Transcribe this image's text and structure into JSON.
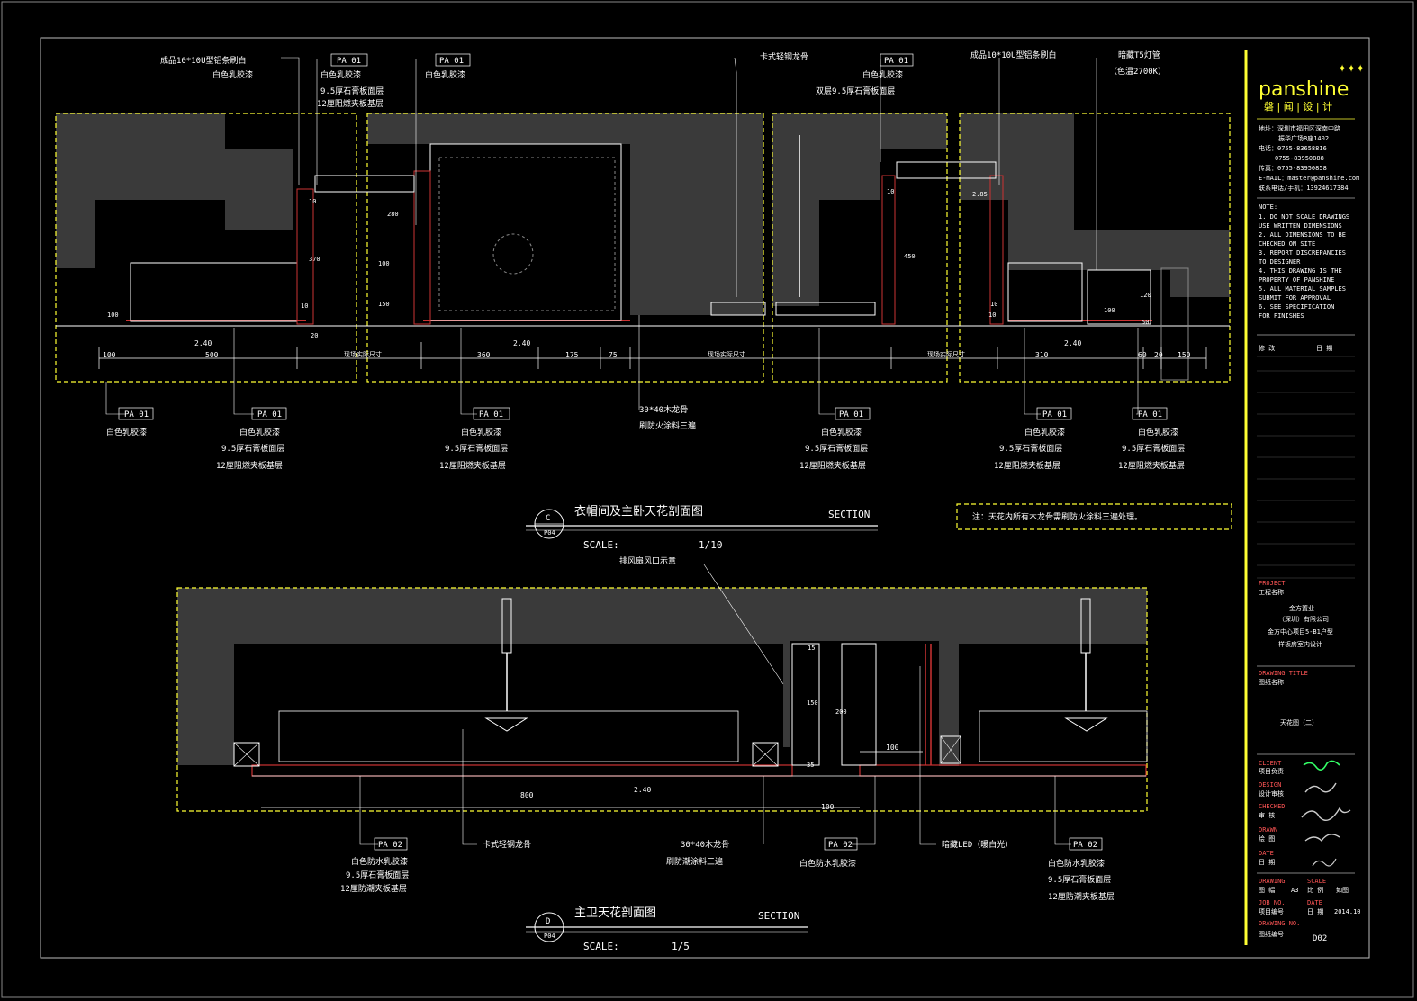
{
  "section_c": {
    "letter": "C",
    "sheet": "P04",
    "title": "衣帽间及主卧天花剖面图",
    "section_word": "SECTION",
    "scale_label": "SCALE:",
    "scale_value": "1/10",
    "top_notes": [
      {
        "lines": [
          "成品10*10U型铝条刷白",
          "白色乳胶漆"
        ]
      },
      {
        "tag": "PA 01",
        "lines": [
          "白色乳胶漆",
          "9.5厚石膏板面层",
          "12厘阻燃夹板基层"
        ]
      },
      {
        "tag": "PA 01",
        "lines": [
          "白色乳胶漆"
        ]
      },
      {
        "lines": [
          "卡式轻钢龙骨"
        ]
      },
      {
        "tag": "PA 01",
        "lines": [
          "白色乳胶漆",
          "双层9.5厚石膏板面层"
        ]
      },
      {
        "lines": [
          "成品10*10U型铝条刷白"
        ]
      },
      {
        "lines": [
          "暗藏T5灯管",
          "（色温2700K）"
        ]
      }
    ],
    "bottom_notes": [
      {
        "tag": "PA 01",
        "lines": [
          "白色乳胶漆"
        ]
      },
      {
        "tag": "PA 01",
        "lines": [
          "白色乳胶漆",
          "9.5厚石膏板面层",
          "12厘阻燃夹板基层"
        ]
      },
      {
        "tag": "PA 01",
        "lines": [
          "白色乳胶漆",
          "9.5厚石膏板面层",
          "12厘阻燃夹板基层"
        ]
      },
      {
        "lines": [
          "30*40木龙骨",
          "刷防火涂料三遍"
        ]
      },
      {
        "tag": "PA 01",
        "lines": [
          "白色乳胶漆",
          "9.5厚石膏板面层",
          "12厘阻燃夹板基层"
        ]
      },
      {
        "tag": "PA 01",
        "lines": [
          "白色乳胶漆",
          "9.5厚石膏板面层",
          "12厘阻燃夹板基层"
        ]
      },
      {
        "tag": "PA 01",
        "lines": [
          "白色乳胶漆",
          "9.5厚石膏板面层",
          "12厘阻燃夹板基层"
        ]
      }
    ],
    "dims_bottom": [
      "100",
      "500",
      "360",
      "175",
      "75",
      "310",
      "60",
      "20",
      "150"
    ],
    "dims_mid": [
      "2.40",
      "2.40",
      "2.40"
    ],
    "dims_vertical": [
      "10",
      "370",
      "10",
      "20",
      "100",
      "280",
      "150",
      "100",
      "10",
      "450",
      "2.85",
      "10",
      "10",
      "120",
      "100",
      "50"
    ],
    "ref_labels": [
      "现场实际尺寸",
      "现场实际尺寸",
      "现场实际尺寸"
    ],
    "note_box": "注：天花内所有木龙骨需刷防火涂料三遍处理。"
  },
  "section_d": {
    "letter": "D",
    "sheet": "P04",
    "title": "主卫天花剖面图",
    "section_word": "SECTION",
    "scale_label": "SCALE:",
    "scale_value": "1/5",
    "top_note": "排风扇风口示意",
    "dims": [
      "800",
      "2.40",
      "100",
      "100",
      "150",
      "200",
      "35",
      "15"
    ],
    "bottom_notes": [
      {
        "tag": "PA 02",
        "lines": [
          "白色防水乳胶漆",
          "9.5厚石膏板面层",
          "12厘防潮夹板基层"
        ]
      },
      {
        "lines": [
          "卡式轻钢龙骨"
        ]
      },
      {
        "lines": [
          "30*40木龙骨",
          "刷防潮涂料三遍"
        ]
      },
      {
        "tag": "PA 02",
        "lines": [
          "白色防水乳胶漆"
        ]
      },
      {
        "lines": [
          "暗藏LED（暖白光）"
        ]
      },
      {
        "tag": "PA 02",
        "lines": [
          "白色防水乳胶漆",
          "9.5厚石膏板面层",
          "12厘防潮夹板基层"
        ]
      }
    ]
  },
  "title_block": {
    "brand": "panshine",
    "brand_cn": "磐 | 闻 | 设 | 计",
    "contact": [
      "地址：深圳市福田区深南中路",
      "振华广场B座1402",
      "电话：0755-83658816",
      "0755-83950888",
      "传真：0755-83950858",
      "E-MAIL：master@panshine.com",
      "联系电话/手机：13924617384"
    ],
    "notes_head": "NOTE:",
    "notes": [
      "1. DO NOT SCALE DRAWINGS",
      "USE WRITTEN DIMENSIONS",
      "2. ALL DIMENSIONS TO BE",
      "CHECKED ON SITE",
      "3. REPORT DISCREPANCIES",
      "TO DESIGNER",
      "4. THIS DRAWING IS THE",
      "PROPERTY OF PANSHINE",
      "5. ALL MATERIAL SAMPLES",
      "SUBMIT FOR APPROVAL",
      "6. SEE SPECIFICATION",
      "FOR FINISHES"
    ],
    "rev_head": [
      "修 改",
      "日 期"
    ],
    "project_head": "PROJECT",
    "project_sub": "工程名称",
    "project": [
      "金方置业",
      "（深圳）有限公司",
      "金方中心项目5-B1户型",
      "样板房室内设计"
    ],
    "drawing_head": "DRAWING TITLE",
    "drawing_sub": "图纸名称",
    "drawing_title": "天花图（二）",
    "roles": [
      {
        "en": "CLIENT",
        "cn": "项目负责"
      },
      {
        "en": "DESIGN",
        "cn": "设计审核"
      },
      {
        "en": "CHECKED",
        "cn": "审 核"
      },
      {
        "en": "DRAWN",
        "cn": "绘 图"
      },
      {
        "en": "DATE",
        "cn": "日 期"
      }
    ],
    "size_head": "DRAWING",
    "size_label": "图 幅",
    "size": "A3",
    "scale_head": "SCALE",
    "scale_label": "比 例",
    "scale": "如图",
    "job_head": "JOB NO.",
    "job_label": "项目编号",
    "date_head": "DATE",
    "date_label": "日 期",
    "date": "2014.10",
    "no_head": "DRAWING NO.",
    "no_label": "图纸编号",
    "no": "D02"
  },
  "colors": {
    "frame": "#ffff33",
    "wall": "#3a3a3a",
    "line": "#ffffff",
    "red": "#cc3333",
    "cyan": "#33cccc",
    "green": "#33ff66"
  }
}
